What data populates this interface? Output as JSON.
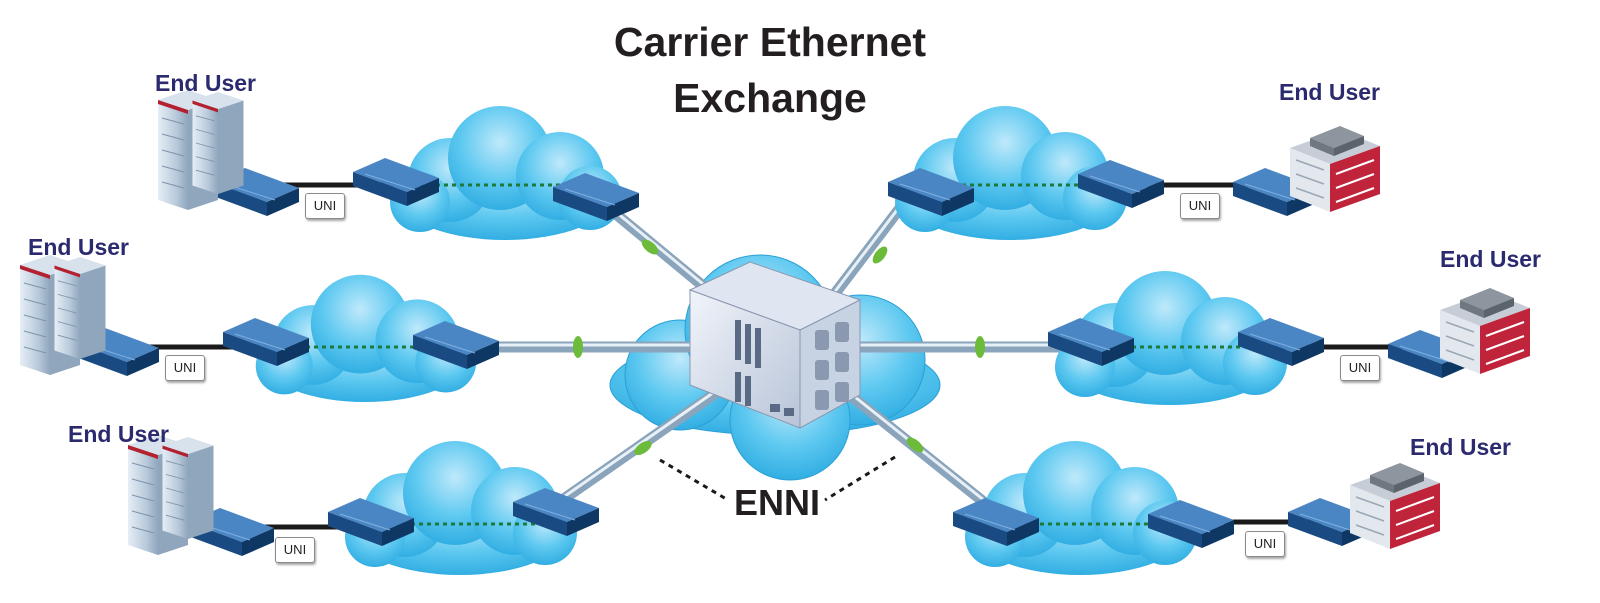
{
  "diagram": {
    "title_line1": "Carrier Ethernet",
    "title_line2": "Exchange",
    "end_user_label": "End User",
    "uni_label": "UNI",
    "enni_label": "ENNI"
  },
  "colors": {
    "cloud": "#5cc8f0",
    "cloud_light": "#c7ecfb",
    "device": "#1d4e8a",
    "building_red": "#c0243a",
    "dotted_link": "#1c7a3a",
    "enni_marker": "#6dbb3a"
  }
}
